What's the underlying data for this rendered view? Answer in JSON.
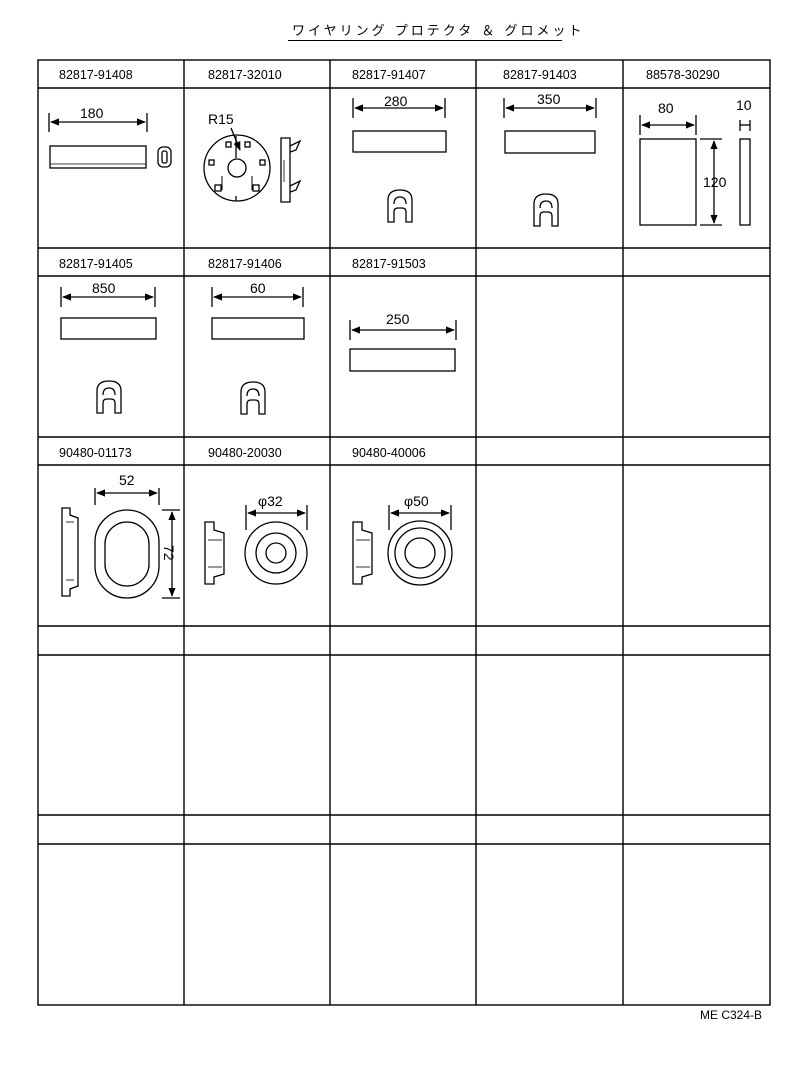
{
  "title": "ワイヤリング プロテクタ ＆ グロメット",
  "doc_id": "ME C324-B",
  "parts": [
    {
      "code": "82817-91408",
      "dims": [
        "180"
      ]
    },
    {
      "code": "82817-32010",
      "dims": [
        "R15"
      ]
    },
    {
      "code": "82817-91407",
      "dims": [
        "280"
      ]
    },
    {
      "code": "82817-91403",
      "dims": [
        "350"
      ]
    },
    {
      "code": "88578-30290",
      "dims": [
        "80",
        "10",
        "120"
      ]
    },
    {
      "code": "82817-91405",
      "dims": [
        "850"
      ]
    },
    {
      "code": "82817-91406",
      "dims": [
        "60"
      ]
    },
    {
      "code": "82817-91503",
      "dims": [
        "250"
      ]
    },
    {
      "code": "90480-01173",
      "dims": [
        "52",
        "72"
      ]
    },
    {
      "code": "90480-20030",
      "dims": [
        "φ32"
      ]
    },
    {
      "code": "90480-40006",
      "dims": [
        "φ50"
      ]
    }
  ]
}
